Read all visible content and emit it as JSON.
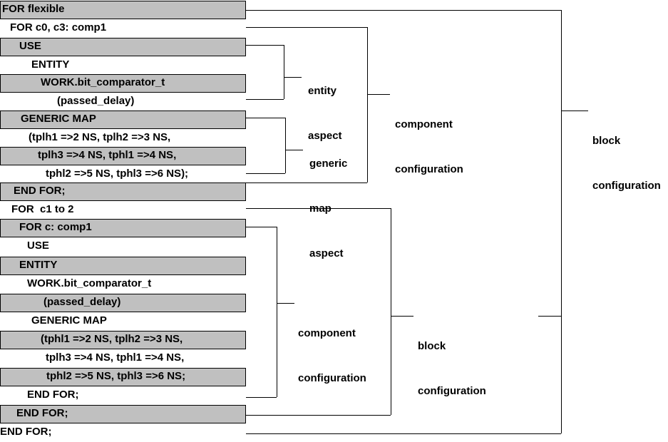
{
  "diagram": {
    "title": "VHDL block configuration structure",
    "colors": {
      "shaded_row": "#c0c0c0",
      "line": "#000000",
      "text": "#000000",
      "background": "#ffffff"
    },
    "code_rows": [
      {
        "text": "FOR flexible",
        "indent": 2,
        "shaded": true
      },
      {
        "text": "FOR c0, c3: comp1",
        "indent": 14,
        "shaded": false
      },
      {
        "text": "USE",
        "indent": 26,
        "shaded": true
      },
      {
        "text": "ENTITY",
        "indent": 44,
        "shaded": false
      },
      {
        "text": "WORK.bit_comparator_t",
        "indent": 56,
        "shaded": true
      },
      {
        "text": "(passed_delay)",
        "indent": 80,
        "shaded": false
      },
      {
        "text": "GENERIC MAP",
        "indent": 28,
        "shaded": true
      },
      {
        "text": "(tplh1 =>2 NS, tplh2 =>3 NS,",
        "indent": 40,
        "shaded": false
      },
      {
        "text": "tplh3 =>4 NS, tphl1 =>4 NS,",
        "indent": 52,
        "shaded": true
      },
      {
        "text": "tphl2 =>5 NS, tphl3 =>6 NS);",
        "indent": 64,
        "shaded": false
      },
      {
        "text": "END FOR;",
        "indent": 18,
        "shaded": true
      },
      {
        "text": "FOR  c1 to 2",
        "indent": 16,
        "shaded": false
      },
      {
        "text": "FOR c: comp1",
        "indent": 26,
        "shaded": true
      },
      {
        "text": "USE",
        "indent": 38,
        "shaded": false
      },
      {
        "text": "ENTITY",
        "indent": 26,
        "shaded": true
      },
      {
        "text": "WORK.bit_comparator_t",
        "indent": 38,
        "shaded": false
      },
      {
        "text": "(passed_delay)",
        "indent": 60,
        "shaded": true
      },
      {
        "text": "GENERIC MAP",
        "indent": 44,
        "shaded": false
      },
      {
        "text": "(tphl1 =>2 NS, tplh2 =>3 NS,",
        "indent": 56,
        "shaded": true
      },
      {
        "text": "tplh3 =>4 NS, tphl1 =>4 NS,",
        "indent": 64,
        "shaded": false
      },
      {
        "text": "tphl2 =>5 NS, tphl3 =>6 NS;",
        "indent": 64,
        "shaded": true
      },
      {
        "text": "END FOR;",
        "indent": 38,
        "shaded": false
      },
      {
        "text": "END FOR;",
        "indent": 22,
        "shaded": true
      },
      {
        "text": "END FOR;",
        "indent": 0,
        "shaded": false
      }
    ],
    "annotations": [
      {
        "id": "entity-aspect-upper",
        "lines": [
          "entity",
          "aspect"
        ]
      },
      {
        "id": "generic-map-aspect-upper",
        "lines": [
          "generic",
          "map",
          "aspect"
        ]
      },
      {
        "id": "component-configuration-upper",
        "lines": [
          "component",
          "configuration"
        ]
      },
      {
        "id": "block-configuration-upper",
        "lines": [
          "block",
          "configuration"
        ]
      },
      {
        "id": "component-configuration-lower",
        "lines": [
          "component",
          "configuration"
        ]
      },
      {
        "id": "block-configuration-lower",
        "lines": [
          "block",
          "configuration"
        ]
      }
    ]
  }
}
